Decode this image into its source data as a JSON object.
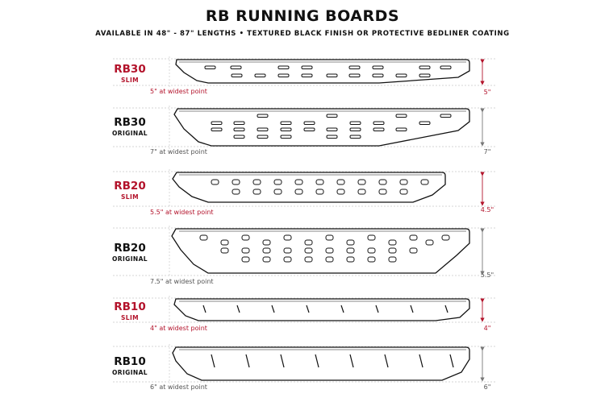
{
  "header": {
    "title": "RB RUNNING BOARDS",
    "subtitle": "AVAILABLE IN 48\" - 87\" LENGTHS  •  TEXTURED BLACK FINISH OR PROTECTIVE BEDLINER COATING"
  },
  "colors": {
    "accent": "#b3132b",
    "ink": "#111111",
    "guide": "#bdbdbd"
  },
  "boards": [
    {
      "model": "RB30",
      "variant": "SLIM",
      "accent": true,
      "note": "5\" at widest point",
      "dimension": "5\""
    },
    {
      "model": "RB30",
      "variant": "ORIGINAL",
      "accent": false,
      "note": "7\" at widest point",
      "dimension": "7\""
    },
    {
      "model": "RB20",
      "variant": "SLIM",
      "accent": true,
      "note": "5.5\" at widest point",
      "dimension": "4.5\""
    },
    {
      "model": "RB20",
      "variant": "ORIGINAL",
      "accent": false,
      "note": "7.5\" at widest point",
      "dimension": "5.5\""
    },
    {
      "model": "RB10",
      "variant": "SLIM",
      "accent": true,
      "note": "4\" at widest point",
      "dimension": "4\""
    },
    {
      "model": "RB10",
      "variant": "ORIGINAL",
      "accent": false,
      "note": "6\" at widest point",
      "dimension": "6\""
    }
  ]
}
